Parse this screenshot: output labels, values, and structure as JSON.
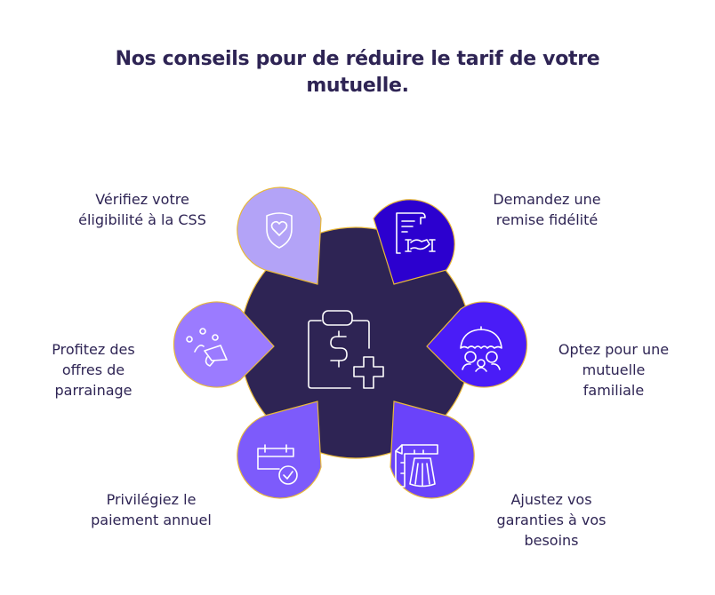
{
  "title": {
    "line1": "Nos conseils pour de réduire le tarif de votre",
    "line2": "mutuelle."
  },
  "center": {
    "icon": "clipboard-dollar-medical-icon",
    "color": "#2E2454",
    "stroke": "#E8B83A"
  },
  "tips": [
    {
      "id": "css",
      "icon": "shield-heart-icon",
      "color": "#B3A3F7",
      "label_lines": [
        "Vérifiez votre",
        "éligibilité à la CSS"
      ]
    },
    {
      "id": "fidelite",
      "icon": "contract-handshake-icon",
      "color": "#2C00CF",
      "label_lines": [
        "Demandez une",
        "remise fidélité"
      ]
    },
    {
      "id": "parrainage",
      "icon": "referral-megaphone-icon",
      "color": "#9B7BFF",
      "label_lines": [
        "Profitez des",
        "offres de",
        "parrainage"
      ]
    },
    {
      "id": "familiale",
      "icon": "family-umbrella-icon",
      "color": "#4A1CF7",
      "label_lines": [
        "Optez pour une",
        "mutuelle",
        "familiale"
      ]
    },
    {
      "id": "annuel",
      "icon": "calendar-check-icon",
      "color": "#7D5BFB",
      "label_lines": [
        "Privilégiez le",
        "paiement annuel"
      ]
    },
    {
      "id": "garanties",
      "icon": "ruler-skirt-icon",
      "color": "#6A43FA",
      "label_lines": [
        "Ajustez vos",
        "garanties à vos",
        "besoins"
      ]
    }
  ]
}
